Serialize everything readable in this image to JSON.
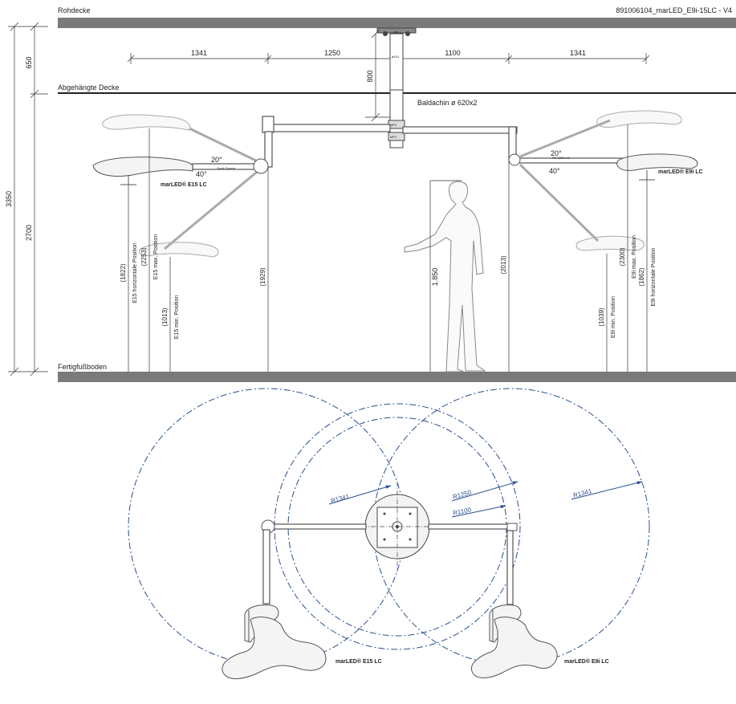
{
  "header": {
    "left": "Rohdecke",
    "right": "891006104_marLED_E9i-15LC  - V4"
  },
  "levels": {
    "false_ceiling": "Abgehängte Decke",
    "floor": "Fertigfußboden"
  },
  "canopy": "Baldachin ø 620x2",
  "top_dimensions": [
    "1341",
    "1250",
    "1100",
    "1341"
  ],
  "column_height": "800",
  "left_dimensions": {
    "total": "3350",
    "ceiling_gap": "650",
    "room": "2700"
  },
  "side_view": {
    "left_light": {
      "label": "marLED® E15 LC",
      "spacer_label": "Onda Spacer",
      "angle_up": "20°",
      "angle_down": "40°",
      "dims": [
        {
          "value": "(1822)",
          "label": "E15 horizontale Position"
        },
        {
          "value": "(2253)",
          "label": "E15 max. Position"
        },
        {
          "value": "(1013)",
          "label": "E15 min. Position"
        }
      ],
      "arm_height": "(1929)"
    },
    "right_light": {
      "label": "marLED® E9i LC",
      "spacer_label": "SC 2000 LC",
      "angle_up": "20°",
      "angle_down": "40°",
      "dims": [
        {
          "value": "(2300)",
          "label": "E9i max. Position"
        },
        {
          "value": "(1862)",
          "label": "E9i horizontale Position"
        },
        {
          "value": "(1039)",
          "label": "E9i min. Position"
        }
      ],
      "arm_height": "(2013)"
    },
    "person_height": "1.850",
    "column_marks": [
      "ø110",
      "MP2",
      "MP1"
    ]
  },
  "plan_view": {
    "radii": [
      "R1341",
      "R1250",
      "R1100",
      "R1341"
    ],
    "left_label": "marLED® E15 LC",
    "right_label": "marLED® E9i LC"
  },
  "colors": {
    "dash_blue": "#2a4f8f",
    "slab_gray": "#7a7a7a",
    "line": "#333333"
  }
}
